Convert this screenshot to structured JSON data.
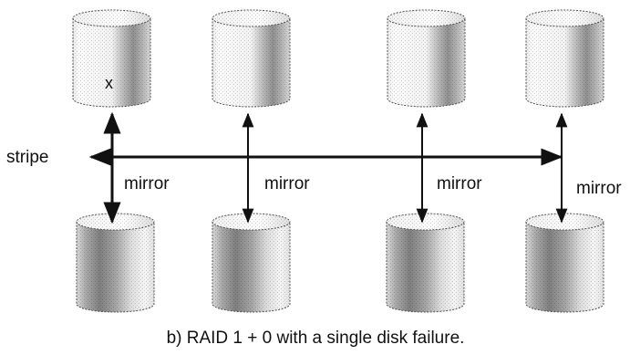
{
  "diagram": {
    "stripe_label": "stripe",
    "mirror_label": "mirror",
    "failed_disk_mark": "x",
    "caption": "b) RAID 1 + 0 with a single disk failure."
  },
  "disks": {
    "top_row": [
      {
        "name": "disk-top-1",
        "failed": true
      },
      {
        "name": "disk-top-2",
        "failed": false
      },
      {
        "name": "disk-top-3",
        "failed": false
      },
      {
        "name": "disk-top-4",
        "failed": false
      }
    ],
    "bottom_row": [
      {
        "name": "disk-bottom-1"
      },
      {
        "name": "disk-bottom-2"
      },
      {
        "name": "disk-bottom-3"
      },
      {
        "name": "disk-bottom-4"
      }
    ]
  },
  "colors": {
    "line": "#111111",
    "disk_light": "#f7f7f7",
    "disk_mid": "#cfcfcf",
    "disk_dark": "#8e8e8e",
    "disk_outline": "#555555"
  }
}
